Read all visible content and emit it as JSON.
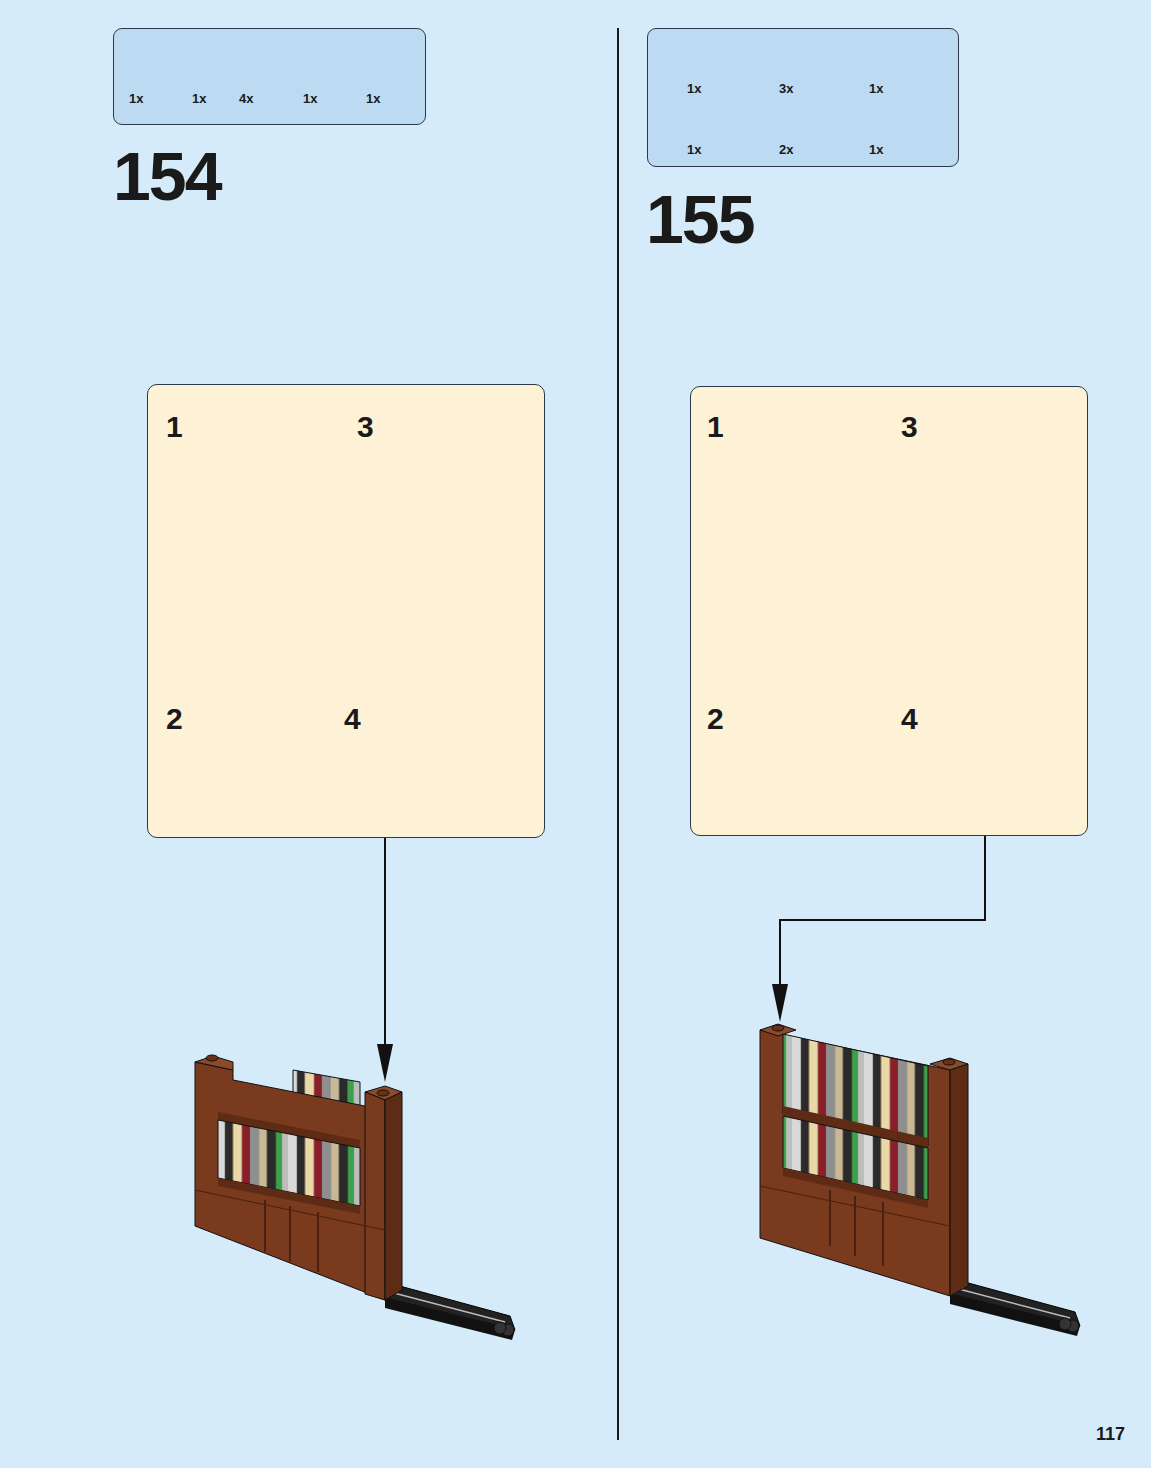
{
  "diagram": {
    "nodes": [
      {
        "text": [
          "1x",
          "1x",
          "4x",
          "1x",
          "1x"
        ]
      },
      {
        "text": [
          "1",
          "2",
          "3",
          "4"
        ]
      },
      {
        "text": [
          "1x",
          "3x",
          "1x",
          "1x",
          "2x",
          "1x"
        ]
      },
      {
        "text": [
          "1",
          "2",
          "3",
          "4"
        ]
      }
    ],
    "labels": [
      "154",
      "155",
      "117"
    ]
  }
}
